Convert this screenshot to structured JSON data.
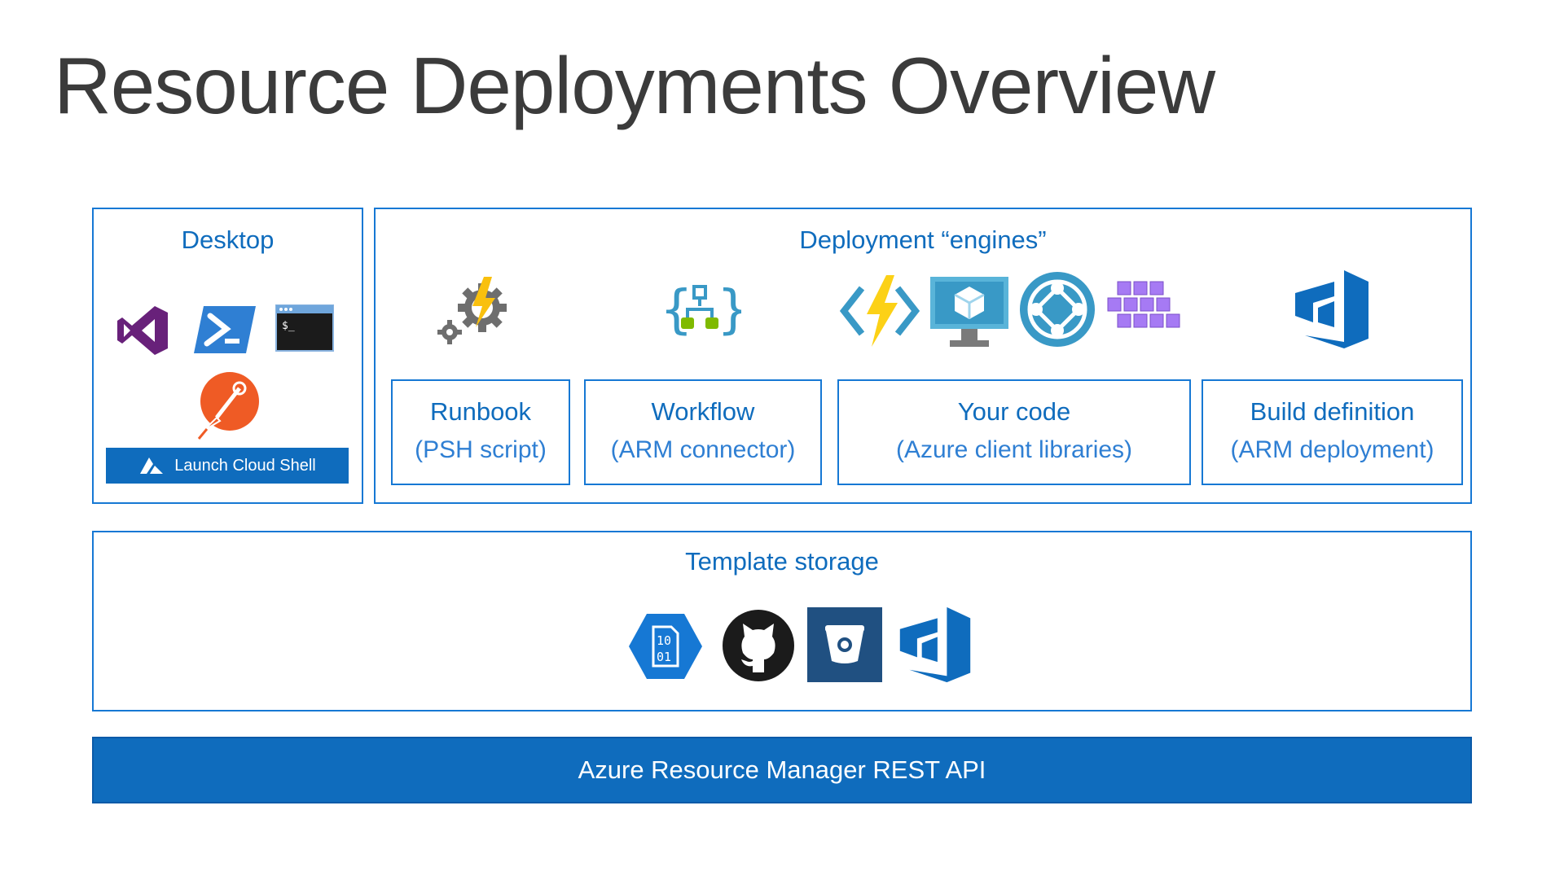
{
  "title": "Resource Deployments Overview",
  "desktop": {
    "heading": "Desktop",
    "icons": [
      "visual-studio-icon",
      "powershell-icon",
      "terminal-icon",
      "postman-icon"
    ],
    "cloud_shell_button": "Launch Cloud Shell"
  },
  "engines": {
    "heading": "Deployment “engines”",
    "icons": [
      "automation-gear-icon",
      "logic-apps-icon",
      "azure-functions-icon",
      "virtual-machine-icon",
      "service-fabric-icon",
      "kubernetes-icon",
      "azure-devops-icon"
    ],
    "cards": [
      {
        "name": "Runbook",
        "sub": "(PSH script)"
      },
      {
        "name": "Workflow",
        "sub": "(ARM connector)"
      },
      {
        "name": "Your code",
        "sub": "(Azure client libraries)"
      },
      {
        "name": "Build definition",
        "sub": "(ARM deployment)"
      }
    ]
  },
  "storage": {
    "heading": "Template storage",
    "icons": [
      "blob-storage-icon",
      "github-icon",
      "bitbucket-icon",
      "azure-devops-icon"
    ]
  },
  "api_bar": "Azure Resource Manager REST API",
  "colors": {
    "accent": "#0f6cbd",
    "border": "#1678d4",
    "title": "#3b3b3b"
  }
}
